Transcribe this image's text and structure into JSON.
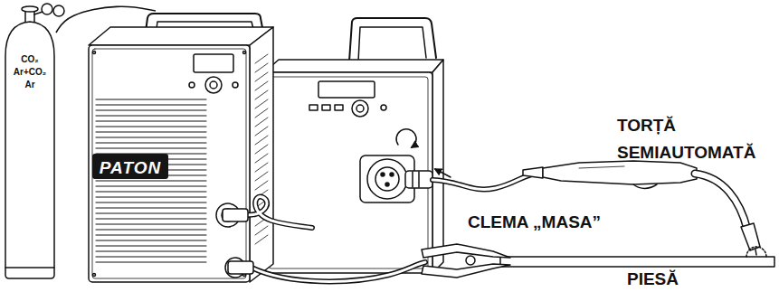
{
  "diagram": {
    "nodes": [
      {
        "text": [
          "CO₂",
          "Ar+CO₂",
          "Ar"
        ]
      },
      {
        "text": [
          "PATON"
        ]
      }
    ],
    "edges": [
      {
        "from": 0,
        "to": 1,
        "arrow": "none"
      }
    ],
    "labels": [
      "TORȚĂ SEMIAUTOMATĂ",
      "CLEMA „MASA”",
      "PIESĂ"
    ]
  }
}
